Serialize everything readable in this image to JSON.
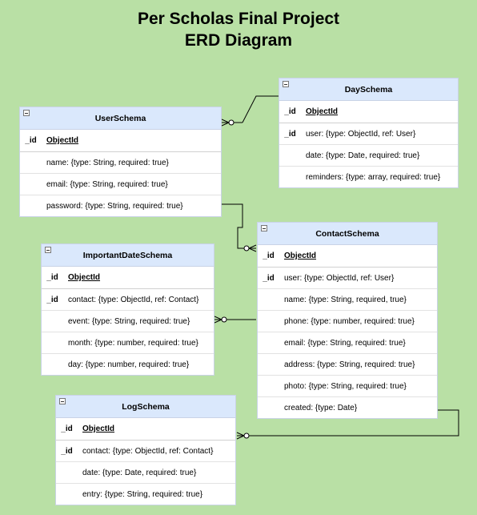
{
  "title": {
    "line1": "Per Scholas Final Project",
    "line2": "ERD Diagram"
  },
  "entities": {
    "user": {
      "name": "UserSchema",
      "id_key": "_id",
      "id_type": "ObjectId",
      "fields": [
        "name: {type: String, required: true}",
        "email: {type: String, required: true}",
        "password: {type: String, required: true}"
      ]
    },
    "day": {
      "name": "DaySchema",
      "id_key": "_id",
      "id_type": "ObjectId",
      "fk_key": "_id",
      "fields": [
        "user: {type: ObjectId, ref: User}",
        "date: {type: Date, required: true}",
        "reminders: {type: array, required: true}"
      ]
    },
    "contact": {
      "name": "ContactSchema",
      "id_key": "_id",
      "id_type": "ObjectId",
      "fk_key": "_id",
      "fields": [
        "user: {type: ObjectId, ref: User}",
        "name: {type: String, required, true}",
        "phone: {type: number, required: true}",
        "email: {type: String, required: true}",
        "address: {type: String, required: true}",
        "photo: {type: String, required: true}",
        "created: {type: Date}"
      ]
    },
    "important": {
      "name": "ImportantDateSchema",
      "id_key": "_id",
      "id_type": "ObjectId",
      "fk_key": "_id",
      "fields": [
        "contact: {type: ObjectId, ref: Contact}",
        "event: {type: String, required: true}",
        "month: {type: number, required: true}",
        "day: {type: number, required: true}"
      ]
    },
    "log": {
      "name": "LogSchema",
      "id_key": "_id",
      "id_type": "ObjectId",
      "fk_key": "_id",
      "fields": [
        "contact: {type: ObjectId, ref: Contact}",
        "date: {type: Date, required: true}",
        "entry: {type: String, required: true}"
      ]
    }
  },
  "colors": {
    "background": "#b9e0a5",
    "header": "#dae8fc",
    "line": "#000000"
  }
}
